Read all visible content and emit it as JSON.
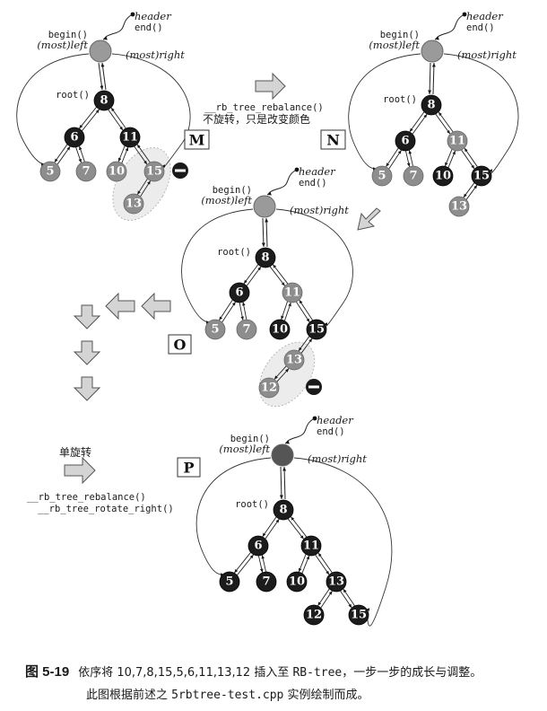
{
  "labels": {
    "begin": "begin()",
    "most_left": "(most)left",
    "header": "header",
    "end": "end()",
    "most_right": "(most)right",
    "root": "root()"
  },
  "stages": [
    "M",
    "N",
    "O",
    "P"
  ],
  "annotations": {
    "rebalance_fn": "__rb_tree_rebalance()",
    "recolor_note": "不旋转，只是改变颜色",
    "single_rotation": "单旋转",
    "rebalance_fn_p": "__rb_tree_rebalance()",
    "rotate_right_fn": "__rb_tree_rotate_right()"
  },
  "trees": {
    "M": [
      {
        "key": "8",
        "color": "black"
      },
      {
        "key": "6",
        "color": "black"
      },
      {
        "key": "11",
        "color": "black"
      },
      {
        "key": "5",
        "color": "red"
      },
      {
        "key": "7",
        "color": "red"
      },
      {
        "key": "10",
        "color": "red"
      },
      {
        "key": "15",
        "color": "red"
      },
      {
        "key": "13",
        "color": "red"
      }
    ],
    "N": [
      {
        "key": "8",
        "color": "black"
      },
      {
        "key": "6",
        "color": "black"
      },
      {
        "key": "11",
        "color": "red"
      },
      {
        "key": "5",
        "color": "red"
      },
      {
        "key": "7",
        "color": "red"
      },
      {
        "key": "10",
        "color": "black"
      },
      {
        "key": "15",
        "color": "black"
      },
      {
        "key": "13",
        "color": "red"
      }
    ],
    "O": [
      {
        "key": "8",
        "color": "black"
      },
      {
        "key": "6",
        "color": "black"
      },
      {
        "key": "11",
        "color": "red"
      },
      {
        "key": "5",
        "color": "red"
      },
      {
        "key": "7",
        "color": "red"
      },
      {
        "key": "10",
        "color": "black"
      },
      {
        "key": "15",
        "color": "black"
      },
      {
        "key": "13",
        "color": "red"
      },
      {
        "key": "12",
        "color": "red"
      }
    ],
    "P": [
      {
        "key": "8",
        "color": "black"
      },
      {
        "key": "6",
        "color": "black"
      },
      {
        "key": "11",
        "color": "black"
      },
      {
        "key": "5",
        "color": "black"
      },
      {
        "key": "7",
        "color": "black"
      },
      {
        "key": "10",
        "color": "black"
      },
      {
        "key": "13",
        "color": "black"
      },
      {
        "key": "12",
        "color": "black"
      },
      {
        "key": "15",
        "color": "black"
      }
    ]
  },
  "colors": {
    "black_node": "#1c1c1c",
    "red_node": "#8d8d8d",
    "header_node": "#9a9a9a",
    "arrow_fill": "#d4d4d4",
    "highlight": "#ececec"
  },
  "caption": {
    "fig_label": "图 5-19",
    "text1_a": "依序将 10,7,8,15,5,6,11,13,12 插入至",
    "text1_code": "RB-tree",
    "text1_b": "，一步一步的成长与调整。",
    "text2_a": "此图根据前述之",
    "text2_code": "5rbtree-test.cpp",
    "text2_b": "实例绘制而成。"
  }
}
